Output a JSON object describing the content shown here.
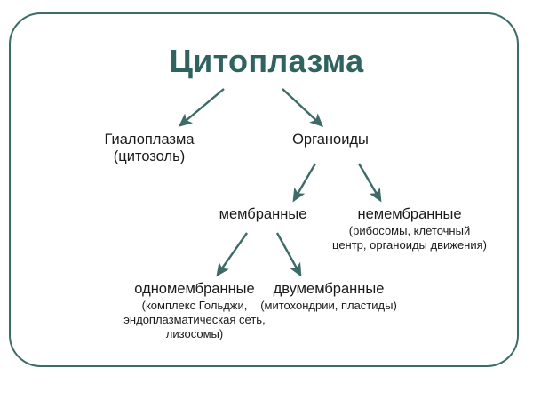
{
  "slide": {
    "background_color": "#ffffff",
    "frame_color": "#3d6b68",
    "title_color": "#2e6360",
    "arrow_color": "#3d6b68",
    "text_color": "#1a1a1a"
  },
  "title": "Цитоплазма",
  "nodes": {
    "hyaloplasm": {
      "main": "Гиалоплазма",
      "sub": "(цитозоль)"
    },
    "organoids": {
      "main": "Органоиды",
      "sub": ""
    },
    "membrane": {
      "main": "мембранные",
      "sub": ""
    },
    "nonmembrane": {
      "main": "немембранные",
      "sub": "(рибосомы, клеточный центр, органоиды движения)"
    },
    "single_membrane": {
      "main": "одномембранные",
      "sub": "(комплекс Гольджи, эндоплазматическая сеть, лизосомы)"
    },
    "double_membrane": {
      "main": "двумембранные",
      "sub": "(митохондрии, пластиды)"
    }
  },
  "arrows": [
    {
      "name": "arrow-title-to-hyaloplasm",
      "from": "Цитоплазма",
      "to": "Гиалоплазма"
    },
    {
      "name": "arrow-title-to-organoids",
      "from": "Цитоплазма",
      "to": "Органоиды"
    },
    {
      "name": "arrow-organoids-to-membrane",
      "from": "Органоиды",
      "to": "мембранные"
    },
    {
      "name": "arrow-organoids-to-nonmembrane",
      "from": "Органоиды",
      "to": "немембранные"
    },
    {
      "name": "arrow-membrane-to-single",
      "from": "мембранные",
      "to": "одномембранные"
    },
    {
      "name": "arrow-membrane-to-double",
      "from": "мембранные",
      "to": "двумембранные"
    }
  ]
}
